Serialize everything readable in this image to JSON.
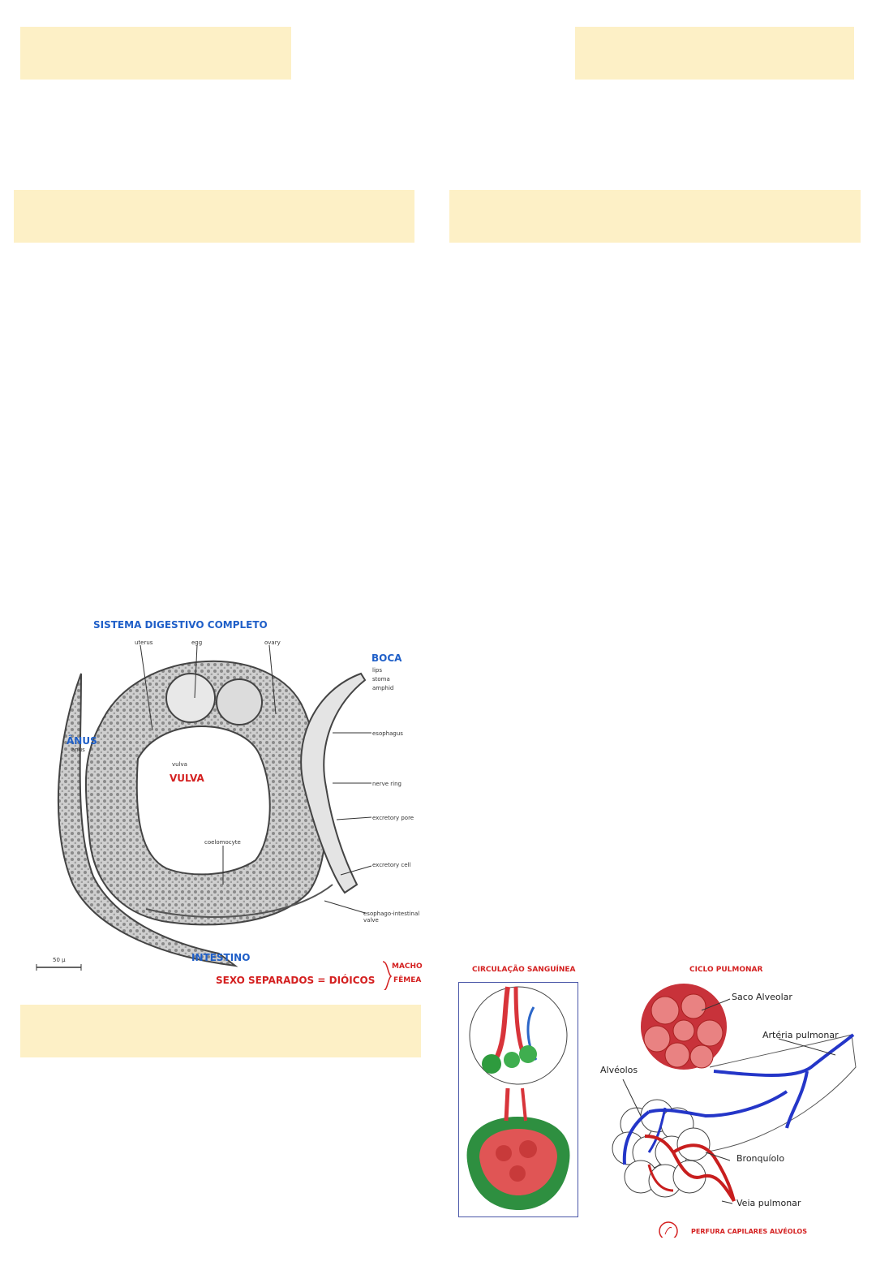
{
  "worm": {
    "title": "SISTEMA DIGESTIVO COMPLETO",
    "boca": "BOCA",
    "anus": "ÂNUS",
    "vulva": "VULVA",
    "intestino": "INTESTINO",
    "sexo": "SEXO SEPARADOS = DIÓICOS",
    "macho": "MACHO",
    "femea": "FÊMEA",
    "scale": "50 µ",
    "small": {
      "uterus": "uterus",
      "egg": "egg",
      "ovary": "ovary",
      "lips": "lips",
      "stoma": "stoma",
      "amphid": "amphid",
      "esophagus": "esophagus",
      "anus_small": "anus",
      "vulva_small": "vulva",
      "nerve_ring": "nerve ring",
      "excretory_pore": "excretory pore",
      "coelomocyte": "coelomocyte",
      "excretory_cell": "excretory cell",
      "valve": "esophago-intestinal valve"
    }
  },
  "lung": {
    "circ_title": "CIRCULAÇÃO SANGUÍNEA",
    "ciclo_title": "CICLO PULMONAR",
    "saco": "Saco Alveolar",
    "arteria": "Artéria pulmonar",
    "alveolos": "Alvéolos",
    "bronquiolo": "Bronquíolo",
    "veia": "Veia pulmonar",
    "perfura": "PERFURA CAPILARES ALVÉOLOS"
  },
  "colors": {
    "header_box": "#fdf0c6",
    "blue_label": "#1f5fc8",
    "red_label": "#d42020"
  }
}
